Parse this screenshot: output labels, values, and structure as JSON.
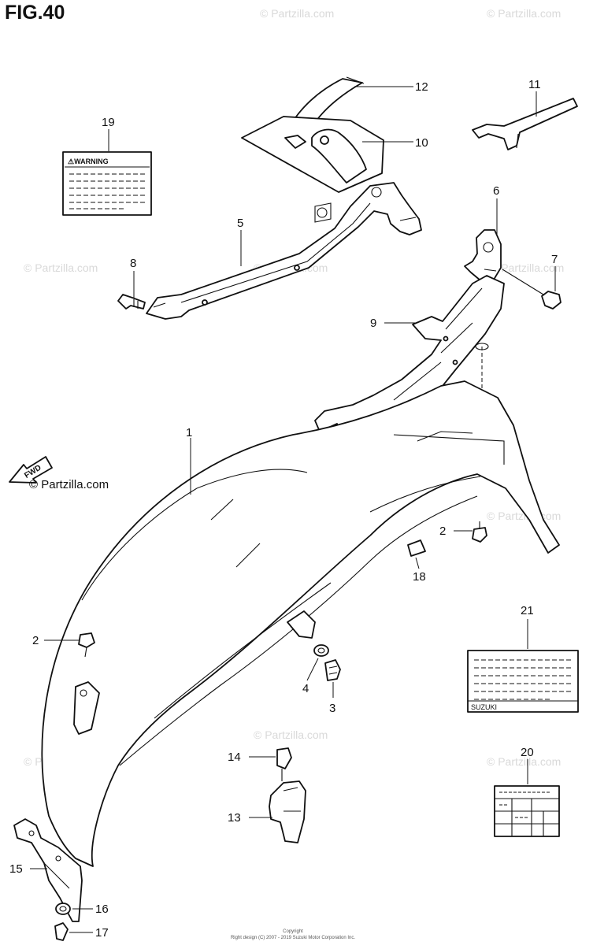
{
  "figure": {
    "title": "FIG.40"
  },
  "watermark": {
    "text": "© Partzilla.com",
    "credit": "© Partzilla.com"
  },
  "direction": {
    "label": "FWD"
  },
  "labels": {
    "warning_header": "⚠WARNING",
    "info_brand": "SUZUKI"
  },
  "copyright": {
    "line1": "Copyright",
    "line2": "Right design (C) 2007 - 2019 Suzuki Motor Corporation Inc."
  },
  "callouts": [
    {
      "id": "1",
      "text": "1"
    },
    {
      "id": "2a",
      "text": "2"
    },
    {
      "id": "2b",
      "text": "2"
    },
    {
      "id": "3",
      "text": "3"
    },
    {
      "id": "4",
      "text": "4"
    },
    {
      "id": "5",
      "text": "5"
    },
    {
      "id": "6",
      "text": "6"
    },
    {
      "id": "7",
      "text": "7"
    },
    {
      "id": "8",
      "text": "8"
    },
    {
      "id": "9",
      "text": "9"
    },
    {
      "id": "10",
      "text": "10"
    },
    {
      "id": "11",
      "text": "11"
    },
    {
      "id": "12",
      "text": "12"
    },
    {
      "id": "13",
      "text": "13"
    },
    {
      "id": "14",
      "text": "14"
    },
    {
      "id": "15",
      "text": "15"
    },
    {
      "id": "16",
      "text": "16"
    },
    {
      "id": "17",
      "text": "17"
    },
    {
      "id": "18",
      "text": "18"
    },
    {
      "id": "19",
      "text": "19"
    },
    {
      "id": "20",
      "text": "20"
    },
    {
      "id": "21",
      "text": "21"
    }
  ]
}
